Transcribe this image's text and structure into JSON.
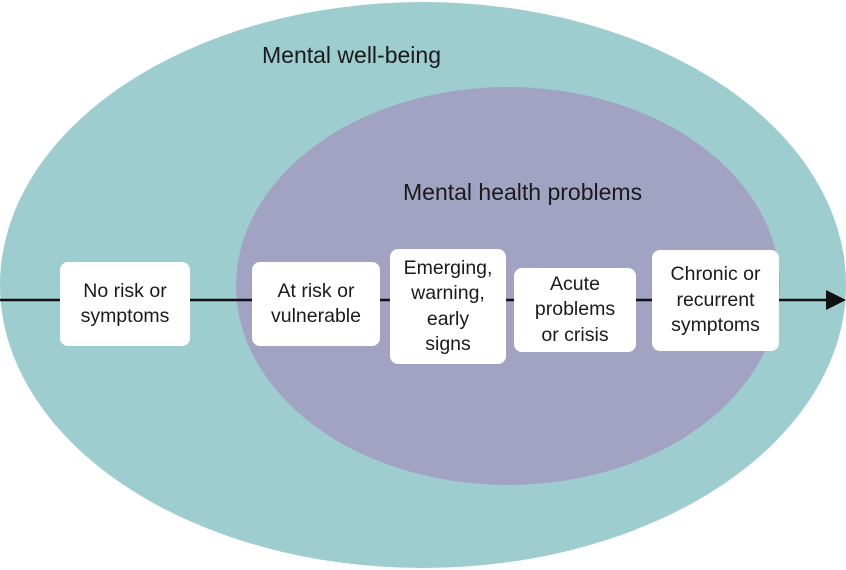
{
  "regions": {
    "outer_label": "Mental well-being",
    "inner_label": "Mental health problems"
  },
  "stages": [
    "No risk or\nsymptoms",
    "At risk or\nvulnerable",
    "Emerging,\nwarning,\nearly\nsigns",
    "Acute\nproblems\nor crisis",
    "Chronic or\nrecurrent\nsymptoms"
  ],
  "colors": {
    "outer_fill": "#9ecdd0",
    "inner_fill": "#a2a3c2",
    "box_fill": "#ffffff",
    "arrow": "#111111"
  }
}
